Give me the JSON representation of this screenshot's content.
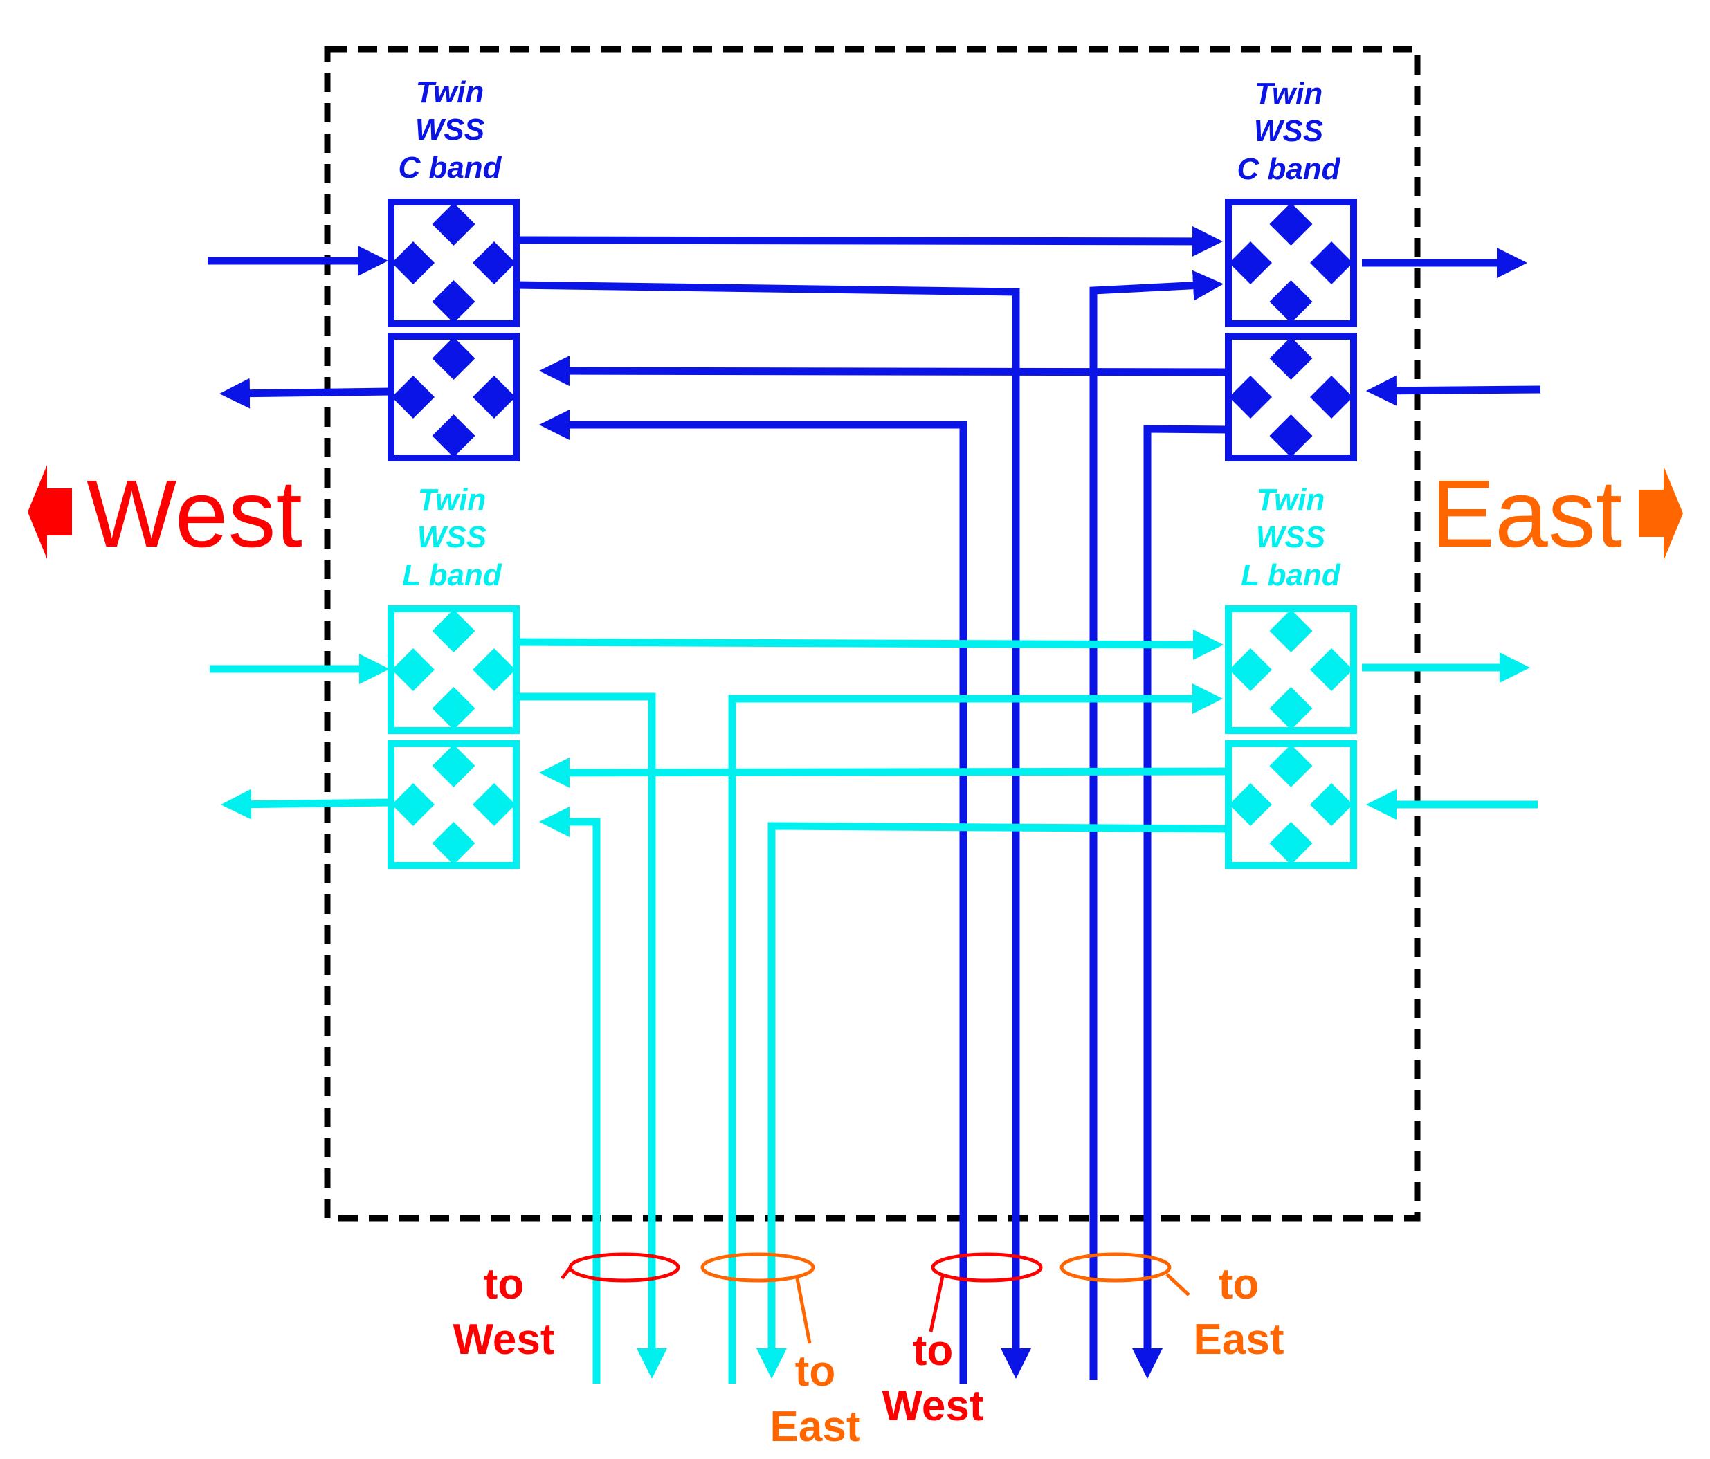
{
  "colors": {
    "c_band": "#0a14e6",
    "l_band": "#00f0f0",
    "west": "#ff0000",
    "east": "#ff6600",
    "frame": "#000000"
  },
  "wss_labels": {
    "west_c": [
      "Twin",
      "WSS",
      "C band"
    ],
    "east_c": [
      "Twin",
      "WSS",
      "C band"
    ],
    "west_l": [
      "Twin",
      "WSS",
      "L band"
    ],
    "east_l": [
      "Twin",
      "WSS",
      "L band"
    ]
  },
  "directions": {
    "west": "West",
    "east": "East"
  },
  "bottom_labels": {
    "l_to_west": [
      "to",
      "West"
    ],
    "l_to_east": [
      "to",
      "East"
    ],
    "c_to_west": [
      "to",
      "West"
    ],
    "c_to_east": [
      "to",
      "East"
    ]
  }
}
